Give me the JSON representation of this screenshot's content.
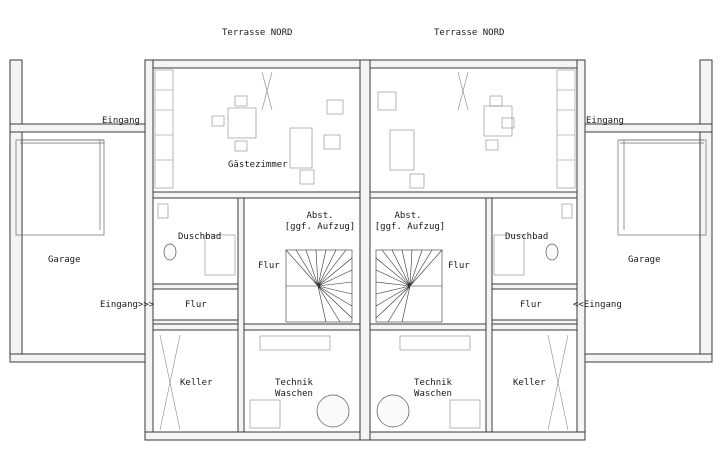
{
  "labels": {
    "terrace_left": "Terrasse NORD",
    "terrace_right": "Terrasse NORD",
    "entrance_top_left": "Eingang",
    "entrance_top_right": "Eingang",
    "entrance_side_left": "Eingang>>>",
    "entrance_side_right": "<<Eingang",
    "garage_left": "Garage",
    "garage_right": "Garage",
    "guest_room": "Gästezimmer",
    "shower_left": "Duschbad",
    "shower_right": "Duschbad",
    "abst_left": "Abst.",
    "abst_left_note": "[ggf. Aufzug]",
    "abst_right": "Abst.",
    "abst_right_note": "[ggf. Aufzug]",
    "flur_left_hall": "Flur",
    "flur_right_hall": "Flur",
    "flur_left_small": "Flur",
    "flur_right_small": "Flur",
    "keller_left": "Keller",
    "keller_right": "Keller",
    "technik_left": "Technik",
    "waschen_left": "Waschen",
    "technik_right": "Technik",
    "waschen_right": "Waschen"
  }
}
